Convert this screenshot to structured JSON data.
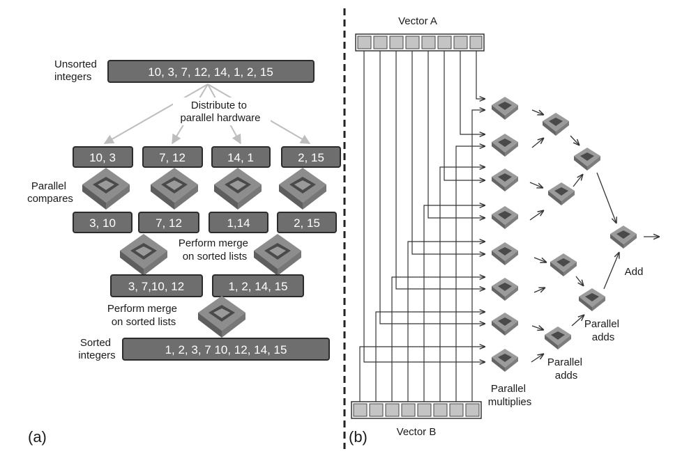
{
  "panel_a": {
    "tag": "(a)",
    "unsorted_label": [
      "Unsorted",
      "integers"
    ],
    "unsorted_list": "10, 3, 7, 12, 14, 1, 2, 15",
    "distribute_label": [
      "Distribute to",
      "parallel hardware"
    ],
    "pairs": [
      "10, 3",
      "7, 12",
      "14, 1",
      "2, 15"
    ],
    "compare_label": [
      "Parallel",
      "compares"
    ],
    "sorted_pairs": [
      "3, 10",
      "7, 12",
      "1,14",
      "2, 15"
    ],
    "merge_label_1": [
      "Perform merge",
      "on sorted lists"
    ],
    "merged": [
      "3, 7,10, 12",
      "1, 2, 14, 15"
    ],
    "merge_label_2": [
      "Perform merge",
      "on sorted lists"
    ],
    "sorted_label": [
      "Sorted",
      "integers"
    ],
    "sorted_list": "1, 2, 3, 7  10, 12, 14, 15"
  },
  "panel_b": {
    "tag": "(b)",
    "vector_a": "Vector A",
    "vector_b": "Vector B",
    "multiplies_label": [
      "Parallel",
      "multiplies"
    ],
    "adds_label_1": [
      "Parallel",
      "adds"
    ],
    "adds_label_2": [
      "Parallel",
      "adds"
    ],
    "add_label": "Add"
  },
  "colors": {
    "box_fill": "#6e6e6e",
    "box_stroke": "#2b2b2b",
    "vector_cell": "#c4c4c4",
    "arrow_light": "#bdbdbd",
    "chip": "#a9a9a9"
  }
}
